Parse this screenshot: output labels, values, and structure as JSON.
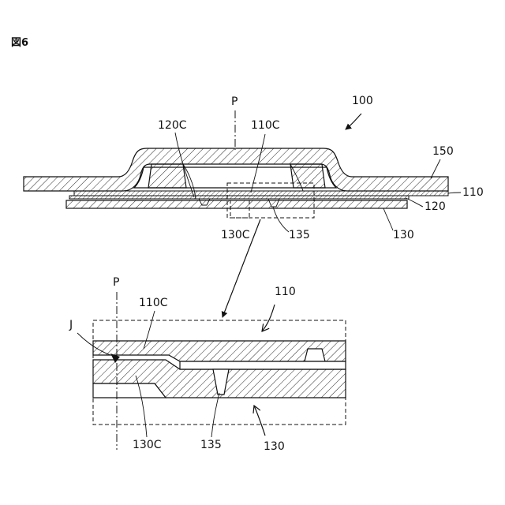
{
  "figure": {
    "title": "図6",
    "labels": {
      "p_top": "P",
      "ref_100": "100",
      "ref_120c": "120C",
      "ref_110c_top": "110C",
      "ref_150": "150",
      "ref_110_right": "110",
      "ref_120_right": "120",
      "ref_130c_top": "130C",
      "ref_135_top": "135",
      "ref_130_top": "130",
      "p_bottom": "P",
      "ref_110c_bottom": "110C",
      "ref_110_bottom": "110",
      "ref_j": "J",
      "ref_130c_bottom": "130C",
      "ref_135_bottom": "135",
      "ref_130_bottom": "130"
    }
  }
}
